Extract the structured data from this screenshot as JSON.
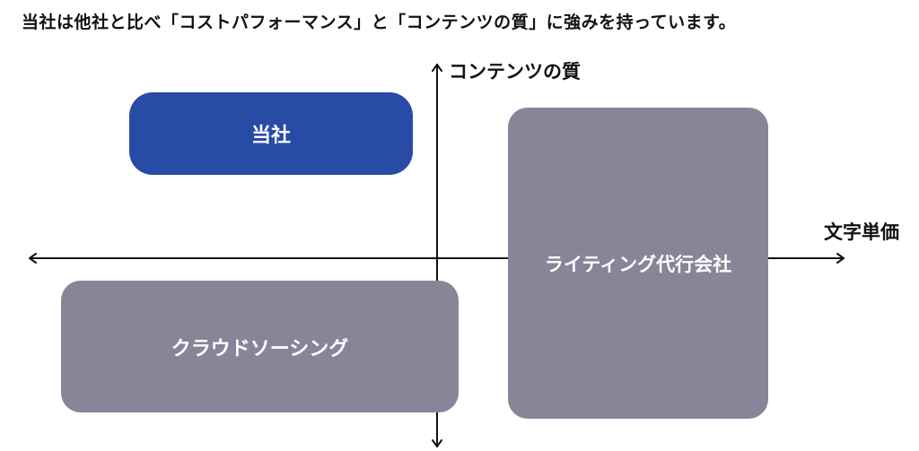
{
  "headline": "当社は他社と比べ「コストパフォーマンス」と「コンテンツの質」に強みを持っています。",
  "axes": {
    "vertical_label": "コンテンツの質",
    "horizontal_label": "文字単価"
  },
  "boxes": {
    "ours": {
      "label": "当社",
      "color": "#284ba6"
    },
    "agency": {
      "label": "ライティング代行会社",
      "color": "#868698"
    },
    "crowd": {
      "label": "クラウドソーシング",
      "color": "#868698"
    }
  }
}
